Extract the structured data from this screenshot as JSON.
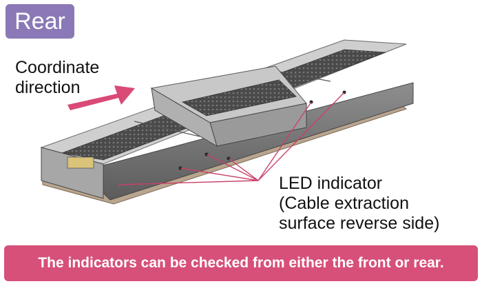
{
  "badge": {
    "label": "Rear"
  },
  "direction": {
    "line1": "Coordinate",
    "line2": "direction"
  },
  "led": {
    "line1": "LED indicator",
    "line2": "(Cable extraction",
    "line3": "surface reverse side)"
  },
  "banner": {
    "text": "The indicators can be checked from either the front or rear."
  },
  "colors": {
    "badge": "#8a79b6",
    "banner": "#d65079",
    "arrow": "#d94a76",
    "leader_lines": "#c94168"
  }
}
